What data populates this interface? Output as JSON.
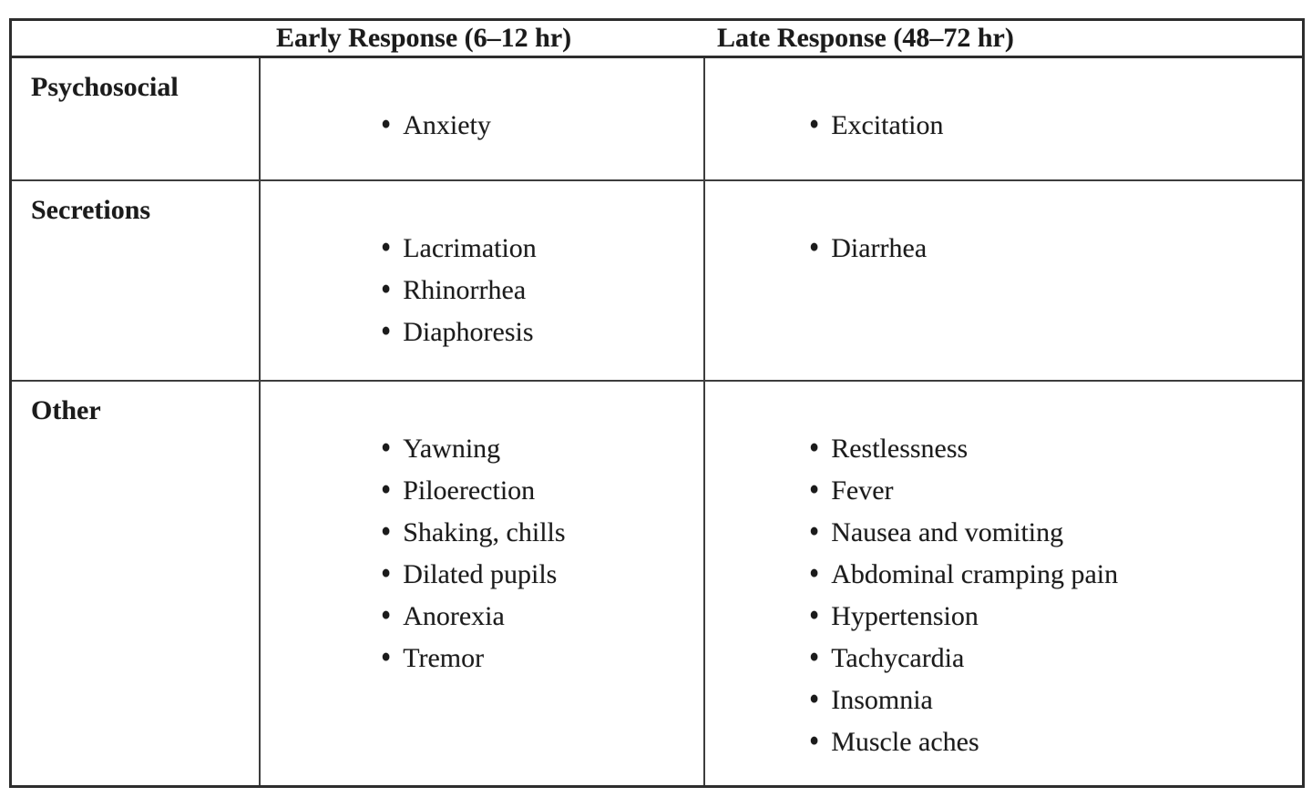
{
  "table": {
    "bullet": "•",
    "header": {
      "early": "Early Response (6–12 hr)",
      "late": "Late Response (48–72 hr)"
    },
    "rows": [
      {
        "label": "Psychosocial",
        "early": [
          "Anxiety"
        ],
        "late": [
          "Excitation"
        ]
      },
      {
        "label": "Secretions",
        "early": [
          "Lacrimation",
          "Rhinorrhea",
          "Diaphoresis"
        ],
        "late": [
          "Diarrhea"
        ]
      },
      {
        "label": "Other",
        "early": [
          "Yawning",
          "Piloerection",
          "Shaking, chills",
          "Dilated pupils",
          "Anorexia",
          "Tremor"
        ],
        "late": [
          "Restlessness",
          "Fever",
          "Nausea and vomiting",
          "Abdominal cramping pain",
          "Hypertension",
          "Tachycardia",
          "Insomnia",
          "Muscle aches"
        ]
      }
    ],
    "colors": {
      "border_outer": "#2d2d2d",
      "border_inner": "#3d3d3d",
      "text": "#1b1b1b",
      "background": "#ffffff"
    }
  }
}
